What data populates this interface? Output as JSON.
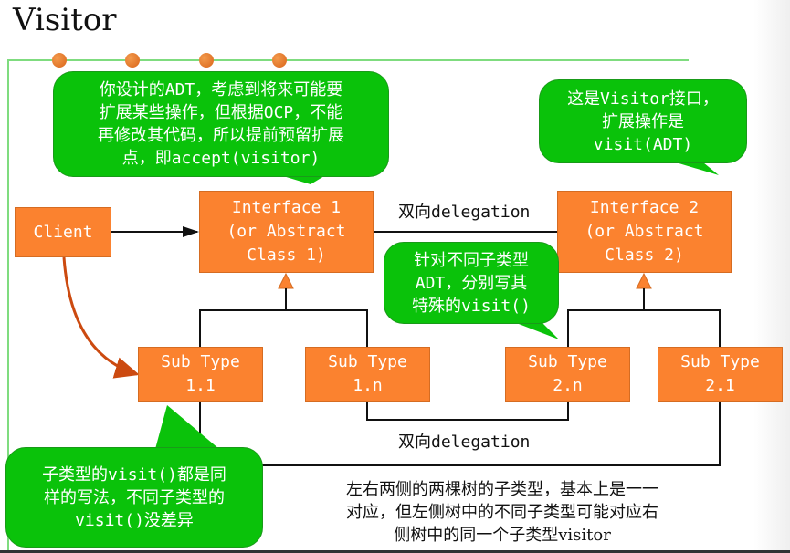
{
  "slide": {
    "title": "Visitor"
  },
  "colors": {
    "box_fill": "#fb822f",
    "callout_fill": "#0ac20a",
    "accent_line": "#7fdc7f",
    "client_arrow": "#cc4a10"
  },
  "boxes": {
    "client": "Client",
    "interface1": "Interface 1\n(or Abstract\nClass 1)",
    "interface2": "Interface 2\n(or Abstract\nClass 2)",
    "sub11": "Sub Type\n1.1",
    "sub1n": "Sub Type\n1.n",
    "sub2n": "Sub Type\n2.n",
    "sub21": "Sub Type\n2.1"
  },
  "callouts": {
    "top_left": "你设计的ADT，考虑到将来可能要\n扩展某些操作，但根据OCP，不能\n再修改其代码，所以提前预留扩展\n点，即accept(visitor)",
    "top_right": "这是Visitor接口，\n扩展操作是\nvisit(ADT)",
    "middle": "针对不同子类型\nADT，分别写其\n特殊的visit()",
    "bottom_left": "子类型的visit()都是同\n样的写法，不同子类型的\nvisit()没差异"
  },
  "labels": {
    "delegation_top": "双向delegation",
    "delegation_bottom": "双向delegation"
  },
  "note": "左右两侧的两棵树的子类型，基本上是一一\n对应，但左侧树中的不同子类型可能对应右\n侧树中的同一个子类型visitor"
}
